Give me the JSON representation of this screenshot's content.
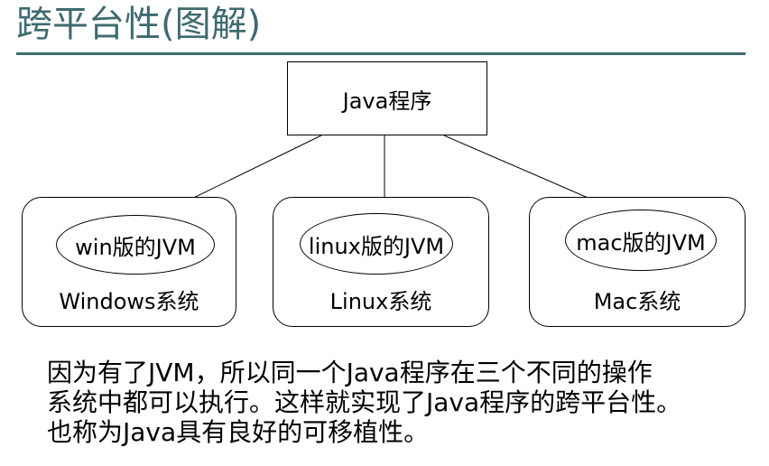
{
  "title": "跨平台性(图解)",
  "program": {
    "label": "Java程序"
  },
  "platforms": [
    {
      "jvm_label": "win版的JVM",
      "os_label": "Windows系统"
    },
    {
      "jvm_label": "linux版的JVM",
      "os_label": "Linux系统"
    },
    {
      "jvm_label": "mac版的JVM",
      "os_label": "Mac系统"
    }
  ],
  "caption": {
    "lines": [
      "因为有了JVM，所以同一个Java程序在三个不同的操作",
      "系统中都可以执行。这样就实现了Java程序的跨平台性。",
      "也称为Java具有良好的可移植性。"
    ]
  },
  "colors": {
    "title": "#3d6b70",
    "rule": "#3d6b70",
    "lines": "#000000"
  }
}
